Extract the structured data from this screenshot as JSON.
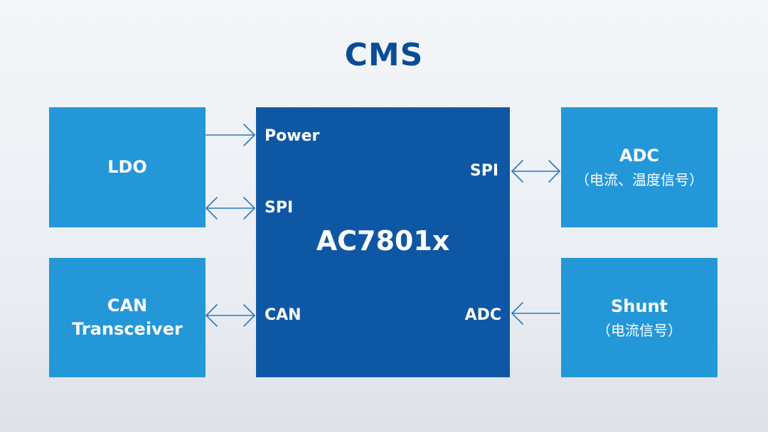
{
  "title": "CMS",
  "chip": {
    "name": "AC7801x",
    "pins": {
      "power": "Power",
      "spi_left": "SPI",
      "can": "CAN",
      "spi_right": "SPI",
      "adc": "ADC"
    }
  },
  "blocks": {
    "ldo": {
      "label": "LDO"
    },
    "can_transceiver": {
      "line1": "CAN",
      "line2": "Transceiver"
    },
    "adc": {
      "label": "ADC",
      "sub": "（电流、温度信号）"
    },
    "shunt": {
      "label": "Shunt",
      "sub": "（电流信号）"
    }
  },
  "colors": {
    "title": "#0a4d97",
    "block": "#2497d9",
    "chip": "#0e57a5",
    "arrow": "#2a78c2"
  }
}
